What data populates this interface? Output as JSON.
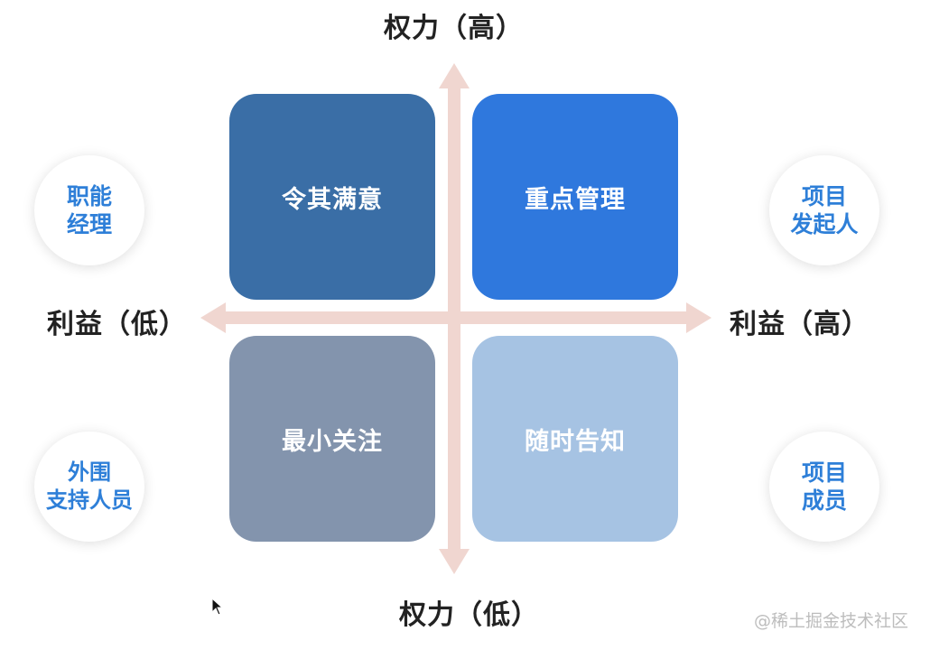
{
  "axes": {
    "top": "权力（高）",
    "bottom": "权力（低）",
    "left": "利益（低）",
    "right": "利益（高）"
  },
  "quadrants": {
    "top_left": "令其满意",
    "top_right": "重点管理",
    "bottom_left": "最小关注",
    "bottom_right": "随时告知"
  },
  "roles": {
    "top_left": [
      "职能",
      "经理"
    ],
    "bottom_left": [
      "外围",
      "支持人员"
    ],
    "top_right": [
      "项目",
      "发起人"
    ],
    "bottom_right": [
      "项目",
      "成员"
    ]
  },
  "watermark": "@稀土掘金技术社区",
  "colors": {
    "quad_top_left": "#3a6ea6",
    "quad_top_right": "#2f78dd",
    "quad_bottom_left": "#8394ad",
    "quad_bottom_right": "#a6c3e3",
    "role_text": "#2e7fd8",
    "axis_arrow": "#f0d6d0"
  }
}
